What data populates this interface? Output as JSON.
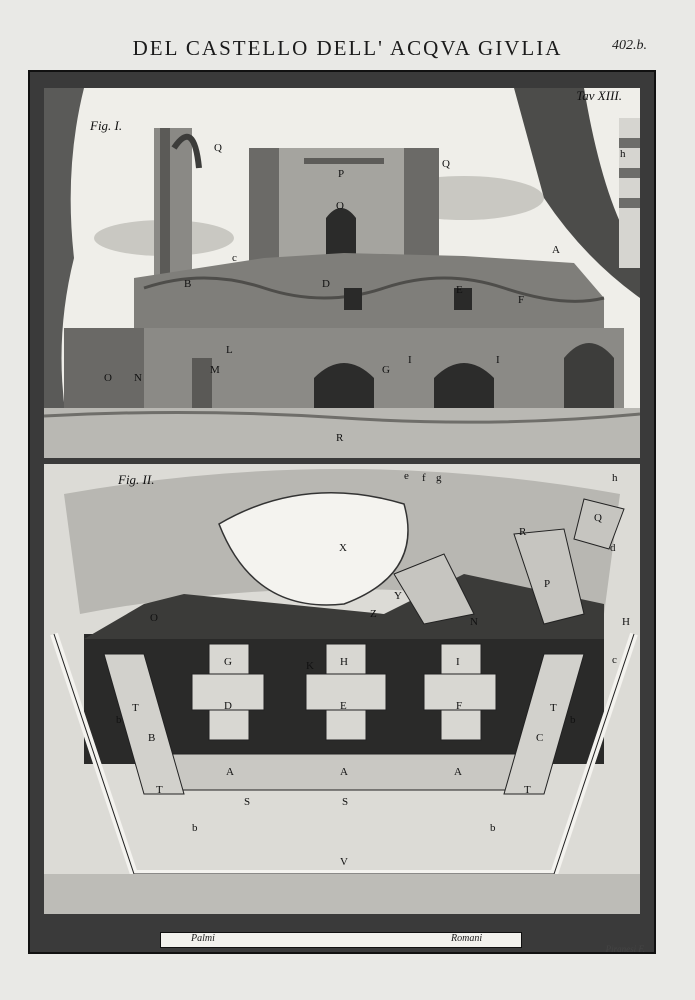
{
  "header": {
    "title": "DEL CASTELLO DELL' ACQVA GIVLIA",
    "folio": "402.b."
  },
  "figure1": {
    "label": "Fig. I.",
    "plate_number": "Tav XIII.",
    "letters": [
      "Q",
      "P",
      "O",
      "Q",
      "h",
      "c",
      "A",
      "B",
      "F",
      "D",
      "E",
      "M",
      "L",
      "N",
      "O",
      "G",
      "I",
      "I",
      "R"
    ]
  },
  "figure2": {
    "label": "Fig. II.",
    "letters": [
      "e",
      "f",
      "g",
      "h",
      "X",
      "R",
      "Q",
      "d",
      "P",
      "O",
      "Y",
      "Z",
      "N",
      "H",
      "c",
      "G",
      "K",
      "H",
      "I",
      "D",
      "E",
      "F",
      "b",
      "T",
      "T",
      "b",
      "B",
      "C",
      "A",
      "A",
      "A",
      "T",
      "S",
      "S",
      "T",
      "b",
      "b",
      "V"
    ]
  },
  "scale": {
    "left_text": "Palmi",
    "right_text": "Romani"
  },
  "engraver": "Piranesi F."
}
